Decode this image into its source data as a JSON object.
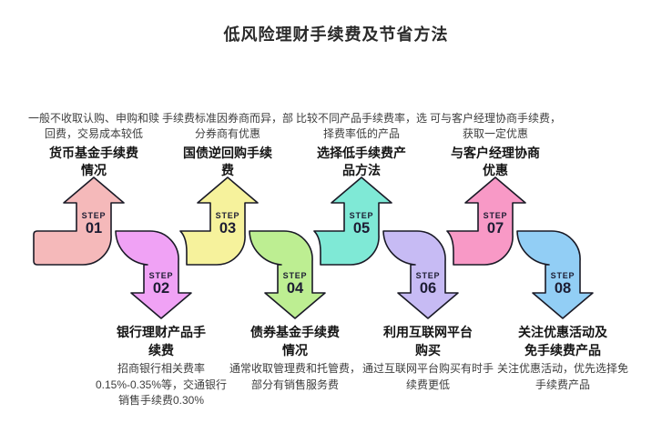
{
  "title": "低风险理财手续费及节省方法",
  "colors": {
    "outline": "#1a1a26",
    "step_text": "#1d1d33",
    "heading_text": "#141414",
    "desc_text": "#3d3d3d"
  },
  "steps": [
    {
      "step_label": "STEP",
      "number": "01",
      "direction": "up",
      "color": "#f5b9ba",
      "heading": "货币基金手续费情况",
      "desc": "一般不收取认购、申购和赎回费，交易成本较低"
    },
    {
      "step_label": "STEP",
      "number": "02",
      "direction": "down",
      "color": "#f0a2f5",
      "heading": "银行理财产品手续费",
      "desc": "招商银行相关费率0.15%-0.35%等，交通银行销售手续费0.30%"
    },
    {
      "step_label": "STEP",
      "number": "03",
      "direction": "up",
      "color": "#f6f29c",
      "heading": "国债逆回购手续费",
      "desc": "手续费标准因券商而异，部分券商有优惠"
    },
    {
      "step_label": "STEP",
      "number": "04",
      "direction": "down",
      "color": "#bdee92",
      "heading": "债券基金手续费情况",
      "desc": "通常收取管理费和托管费，部分有销售服务费"
    },
    {
      "step_label": "STEP",
      "number": "05",
      "direction": "up",
      "color": "#7fe9d6",
      "heading": "选择低手续费产品方法",
      "desc": "比较不同产品手续费率，选择费率低的产品"
    },
    {
      "step_label": "STEP",
      "number": "06",
      "direction": "down",
      "color": "#c7bbf4",
      "heading": "利用互联网平台购买",
      "desc": "通过互联网平台购买有时手续费更低"
    },
    {
      "step_label": "STEP",
      "number": "07",
      "direction": "up",
      "color": "#f899c6",
      "heading": "与客户经理协商优惠",
      "desc": "可与客户经理协商手续费，获取一定优惠"
    },
    {
      "step_label": "STEP",
      "number": "08",
      "direction": "down",
      "color": "#92cef5",
      "heading": "关注优惠活动及免手续费产品",
      "desc": "关注优惠活动，优先选择免手续费产品"
    }
  ]
}
